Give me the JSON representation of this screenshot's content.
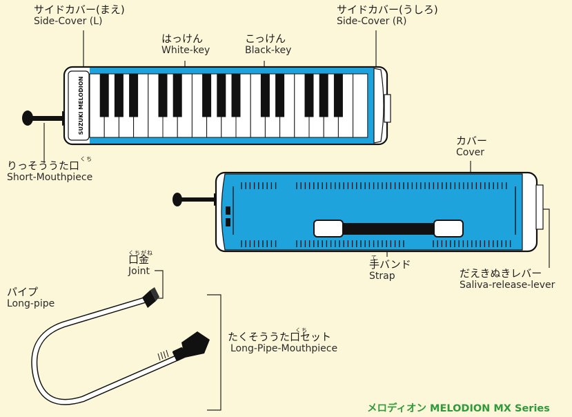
{
  "labels": {
    "side_cover_l": {
      "jp": "サイドカバー(まえ)",
      "en": "Side-Cover (L)"
    },
    "side_cover_r": {
      "jp": "サイドカバー(うしろ)",
      "en": "Side-Cover (R)"
    },
    "white_key": {
      "jp": "はっけん",
      "en": "White-key"
    },
    "black_key": {
      "jp": "こっけん",
      "en": "Black-key"
    },
    "short_mouthpiece": {
      "jp": "りっそううた口",
      "ruby": "くち",
      "en": "Short-Mouthpiece"
    },
    "cover": {
      "jp": "カバー",
      "en": "Cover"
    },
    "strap": {
      "jp": "手バンド",
      "ruby": "て",
      "en": "Strap"
    },
    "saliva_lever": {
      "jp": "だえきぬきレバー",
      "en": "Saliva-release-lever"
    },
    "joint": {
      "jp": "口金",
      "ruby": "くちがね",
      "en": "Joint"
    },
    "long_pipe": {
      "jp": "パイプ",
      "en": "Long-pipe"
    },
    "long_pipe_mouthpiece": {
      "jp": "たくそううた口セット",
      "ruby": "くち",
      "en": "Long-Pipe-Mouthpiece"
    }
  },
  "brand_text": "SUZUKI MELODION",
  "series_title": "メロディオン MELODION MX Series",
  "colors": {
    "blue": "#1fa3dc",
    "background": "#fdf7d9",
    "series_green": "#2f9a3a"
  }
}
